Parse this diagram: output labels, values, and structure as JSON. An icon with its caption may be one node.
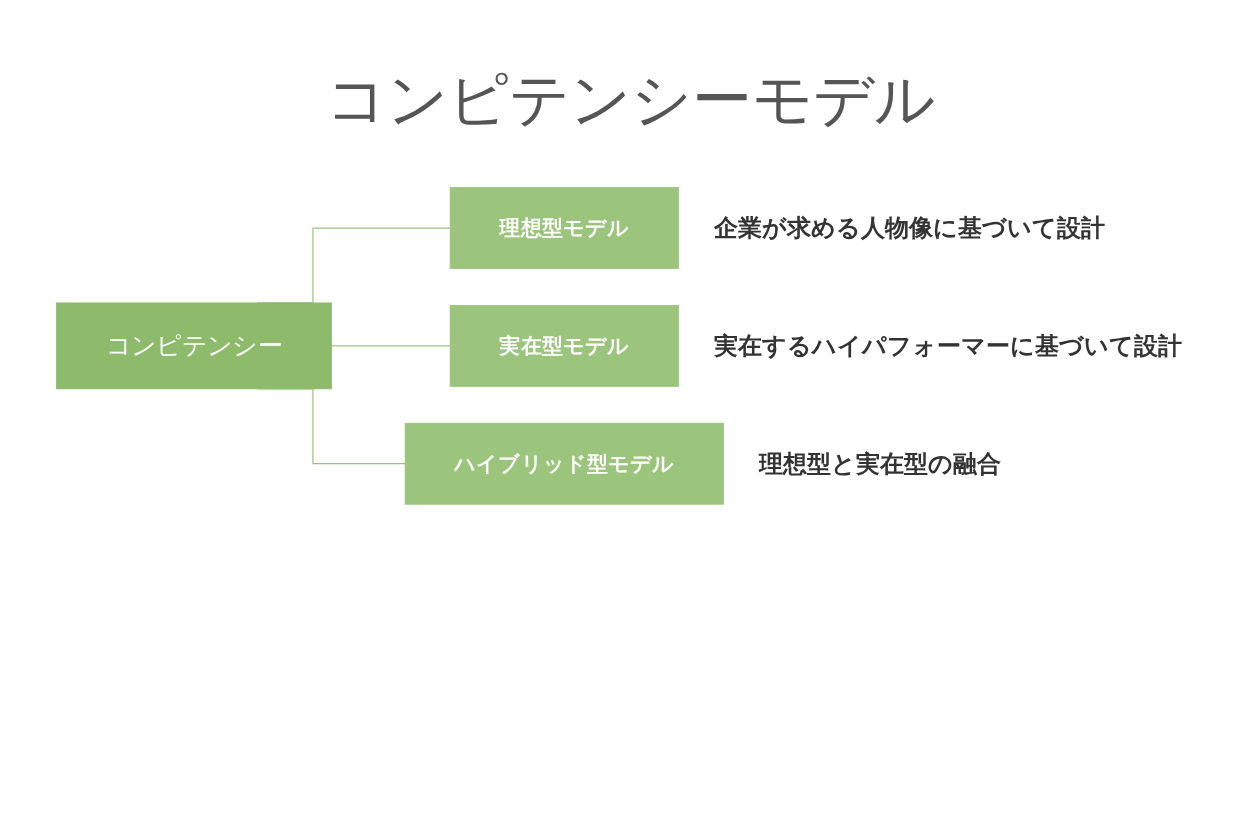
{
  "diagram": {
    "title": "コンピテンシーモデル",
    "nodes": [
      {
        "text": [
          "コンピテンシー"
        ]
      },
      {
        "text": [
          "理想型モデル"
        ],
        "beside": [
          "企業が求める人物像に基づいて設計"
        ]
      },
      {
        "text": [
          "実在型モデル"
        ],
        "beside": [
          "実在するハイパフォーマーに基づいて設計"
        ]
      },
      {
        "text": [
          "ハイブリッド型モデル"
        ],
        "beside": [
          "理想型と実在型の融合"
        ]
      }
    ],
    "edges": [
      {
        "from": 0,
        "to": 1,
        "arrow": "none"
      },
      {
        "from": 0,
        "to": 2,
        "arrow": "none"
      },
      {
        "from": 0,
        "to": 3,
        "arrow": "none"
      }
    ]
  }
}
